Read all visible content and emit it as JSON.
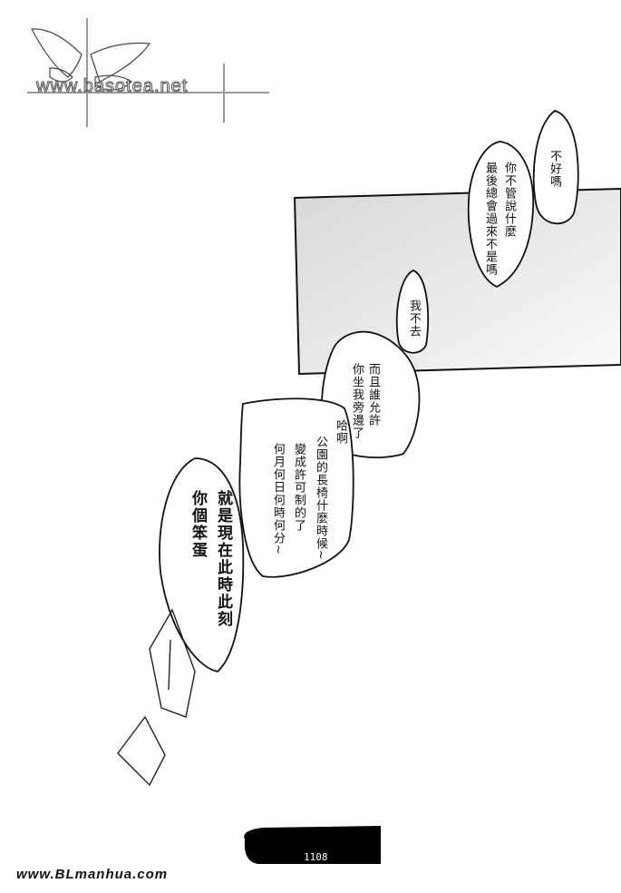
{
  "logo": {
    "text": "www.basotea.net"
  },
  "bubbles": [
    {
      "lines": [
        "不好嗎"
      ]
    },
    {
      "lines": [
        "你不管說什麼",
        "最後總會過來不是嗎"
      ]
    },
    {
      "lines": [
        "我不去"
      ]
    },
    {
      "lines": [
        "而且誰允許",
        "你坐我旁邊了"
      ]
    },
    {
      "lines": [
        "哈啊",
        "公園的長椅什麼時候~",
        "變成許可制的了",
        "何月何日何時何分~"
      ]
    },
    {
      "lines": [
        "就是現在此時此刻",
        "你個笨蛋"
      ]
    }
  ],
  "page_number": "1108",
  "watermark": "www.BLmanhua.com"
}
